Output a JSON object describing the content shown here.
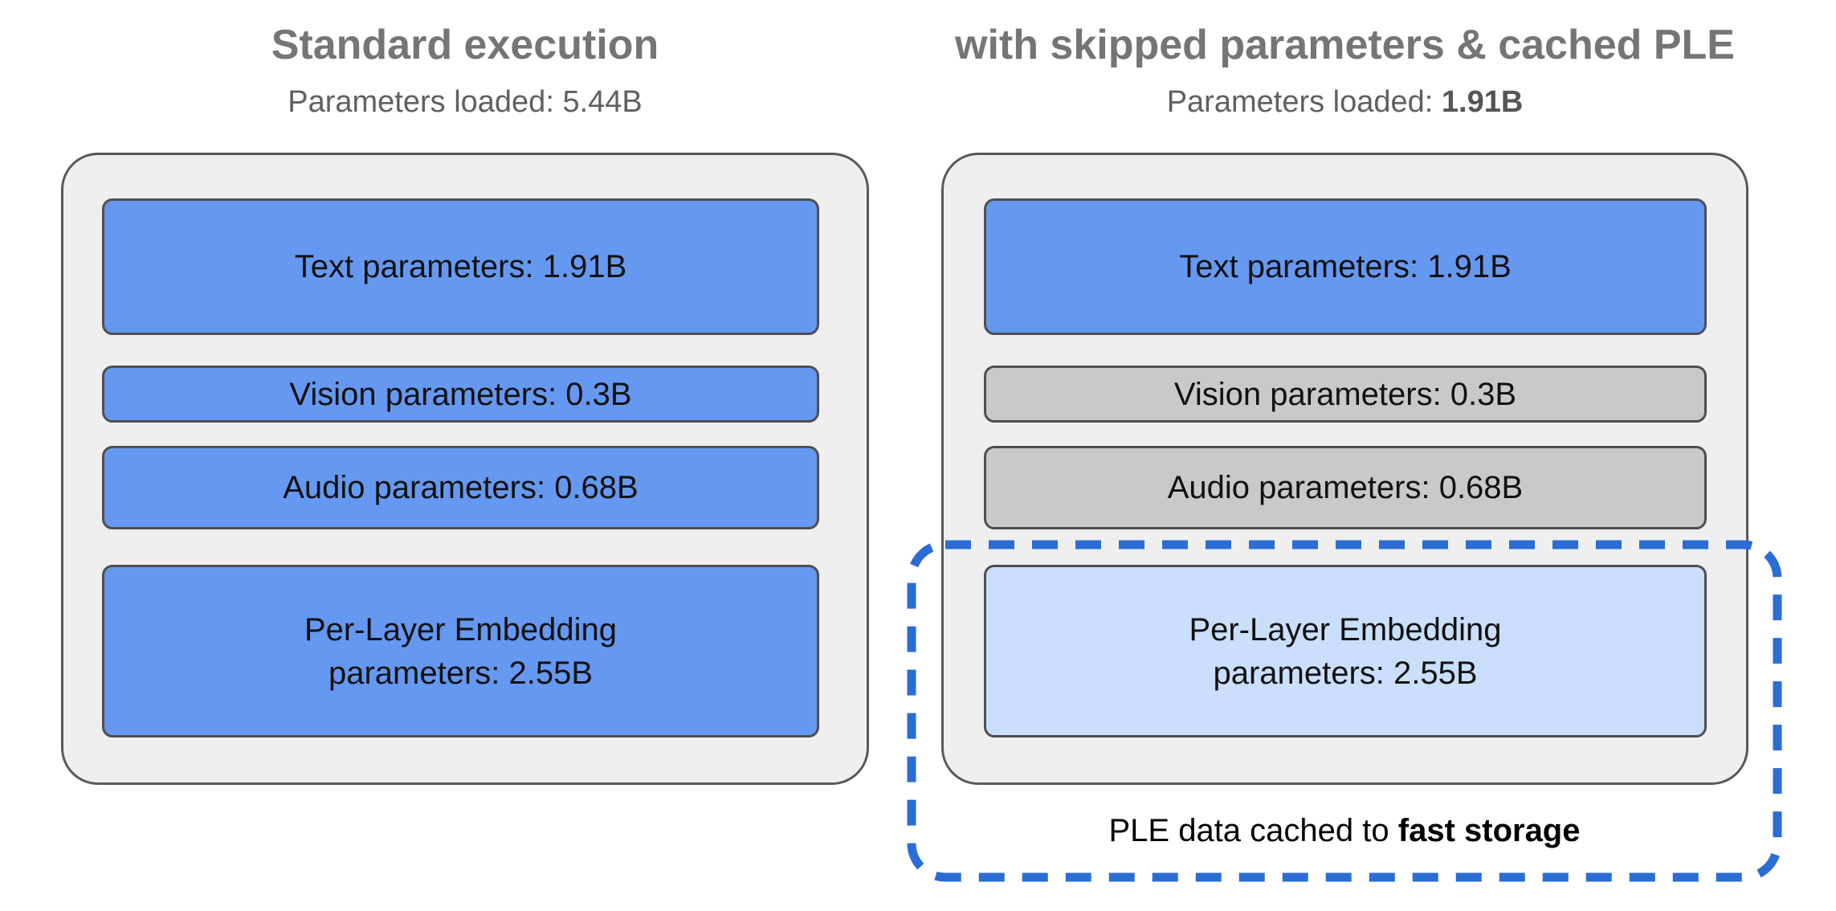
{
  "colors": {
    "diagram_blue": "#6598f0",
    "diagram_light_blue": "#cadffb",
    "diagram_gray": "#c9c9c9",
    "container_bg": "#efefef",
    "container_border": "#595959",
    "box_border": "#4f4f4f",
    "title_gray": "#757575",
    "subtitle_gray": "#606060",
    "dashed_blue": "#2a6dd5",
    "text_black": "#111111"
  },
  "panels": [
    {
      "title": "Standard execution",
      "subtitle_prefix": "Parameters loaded: ",
      "subtitle_value": "5.44B",
      "subtitle_value_bold": false,
      "boxes": [
        {
          "label": "Text parameters: 1.91B",
          "style": "blue"
        },
        {
          "label": "Vision parameters: 0.3B",
          "style": "blue"
        },
        {
          "label": "Audio parameters: 0.68B",
          "style": "blue"
        },
        {
          "label_line1": "Per-Layer Embedding",
          "label_line2": "parameters: 2.55B",
          "style": "blue"
        }
      ]
    },
    {
      "title": "with skipped parameters & cached PLE",
      "subtitle_prefix": "Parameters loaded: ",
      "subtitle_value": "1.91B",
      "subtitle_value_bold": true,
      "boxes": [
        {
          "label": "Text parameters: 1.91B",
          "style": "blue"
        },
        {
          "label": "Vision parameters: 0.3B",
          "style": "gray-skipped"
        },
        {
          "label": "Audio parameters: 0.68B",
          "style": "gray-skipped"
        },
        {
          "label_line1": "Per-Layer Embedding",
          "label_line2": "parameters: 2.55B",
          "style": "light-blue-cached"
        }
      ]
    }
  ],
  "ple_cache_callout": {
    "caption_prefix": "PLE data cached to ",
    "caption_bold": "fast storage"
  }
}
